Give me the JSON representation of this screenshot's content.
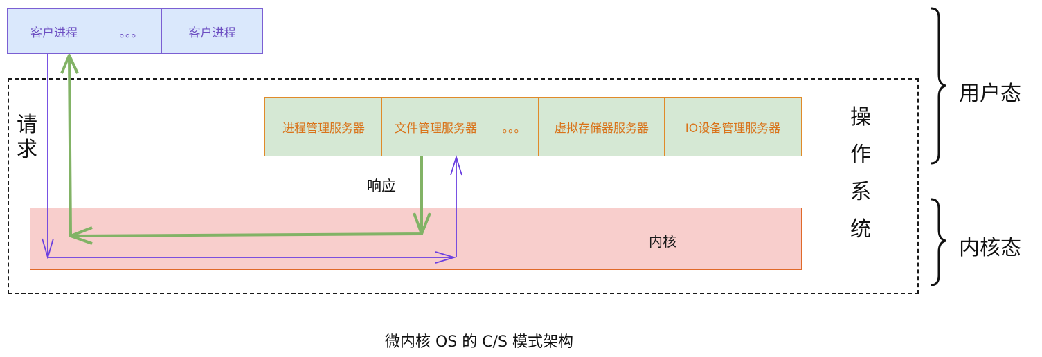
{
  "client_processes": [
    "客户进程",
    "。。。",
    "客户进程"
  ],
  "servers": [
    "进程管理服务器",
    "文件管理服务器",
    "。。。",
    "虚拟存储器服务器",
    "IO设备管理服务器"
  ],
  "kernel_label": "内核",
  "request_label": [
    "请",
    "求"
  ],
  "response_label": "响应",
  "os_label": [
    "操",
    "作",
    "系",
    "统"
  ],
  "user_mode_label": "用户态",
  "kernel_mode_label": "内核态",
  "caption": "微内核 OS 的 C/S 模式架构",
  "colors": {
    "client_fill": "#dae8fc",
    "client_stroke": "#7b5fd3",
    "server_fill": "#d5e8d4",
    "server_stroke": "#e08a2a",
    "kernel_fill": "#f8cecc",
    "kernel_stroke": "#e06a2a",
    "request_arrow": "#6a3fe0",
    "response_arrow": "#82b366"
  }
}
